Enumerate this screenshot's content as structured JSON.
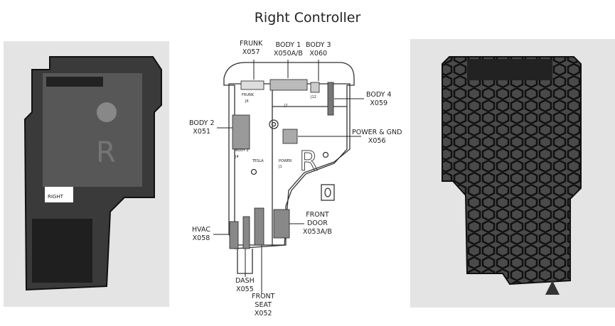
{
  "title": "Right Controller",
  "photo_left": {
    "sticker_text": "RIGHT"
  },
  "labels": {
    "frunk": {
      "name": "FRUNK",
      "code": "X057"
    },
    "body1": {
      "name": "BODY 1",
      "code": "X050A/B"
    },
    "body3": {
      "name": "BODY 3",
      "code": "X060"
    },
    "body4": {
      "name": "BODY 4",
      "code": "X059"
    },
    "body2": {
      "name": "BODY 2",
      "code": "X051"
    },
    "power": {
      "name": "POWER & GND",
      "code": "X056"
    },
    "front_door": {
      "name1": "FRONT",
      "name2": "DOOR",
      "code": "X053A/B"
    },
    "hvac": {
      "name": "HVAC",
      "code": "X058"
    },
    "dash": {
      "name": "DASH",
      "code": "X055"
    },
    "front_seat": {
      "name1": "FRONT",
      "name2": "SEAT",
      "code": "X052"
    }
  },
  "board_text": {
    "frunk": "FRUNK",
    "j6": "J6",
    "body2": "BODY 2",
    "j4": "J4",
    "power": "POWER",
    "j1": "J1",
    "j2": "J2",
    "j12": "J12",
    "tesla": "TESLA",
    "r": "R"
  }
}
